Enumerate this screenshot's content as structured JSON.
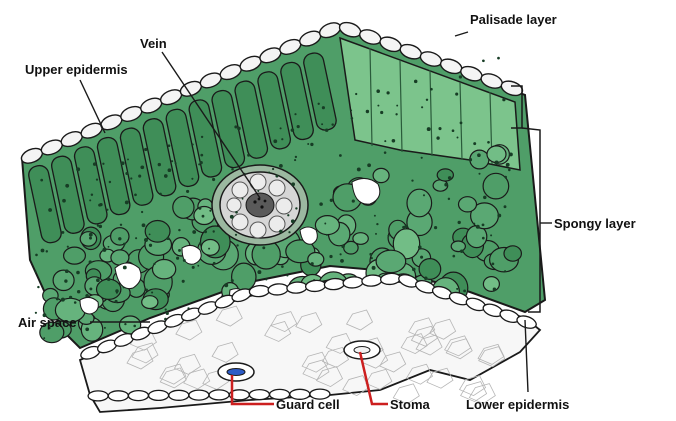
{
  "labels": {
    "palisade_layer": "Palisade layer",
    "upper_epidermis": "Upper epidermis",
    "vein": "Vein",
    "spongy_layer": "Spongy layer",
    "air_space": "Air space",
    "guard_cell": "Guard cell",
    "stoma": "Stoma",
    "lower_epidermis": "Lower epidermis"
  },
  "colors": {
    "cell_green": "#4f9e68",
    "dark_green": "#1f5a34",
    "light_green": "#7cc48c",
    "outline": "#1a1a1a",
    "pointer_red": "#cc1f1f",
    "vein_gray": "#c9c9c9"
  }
}
